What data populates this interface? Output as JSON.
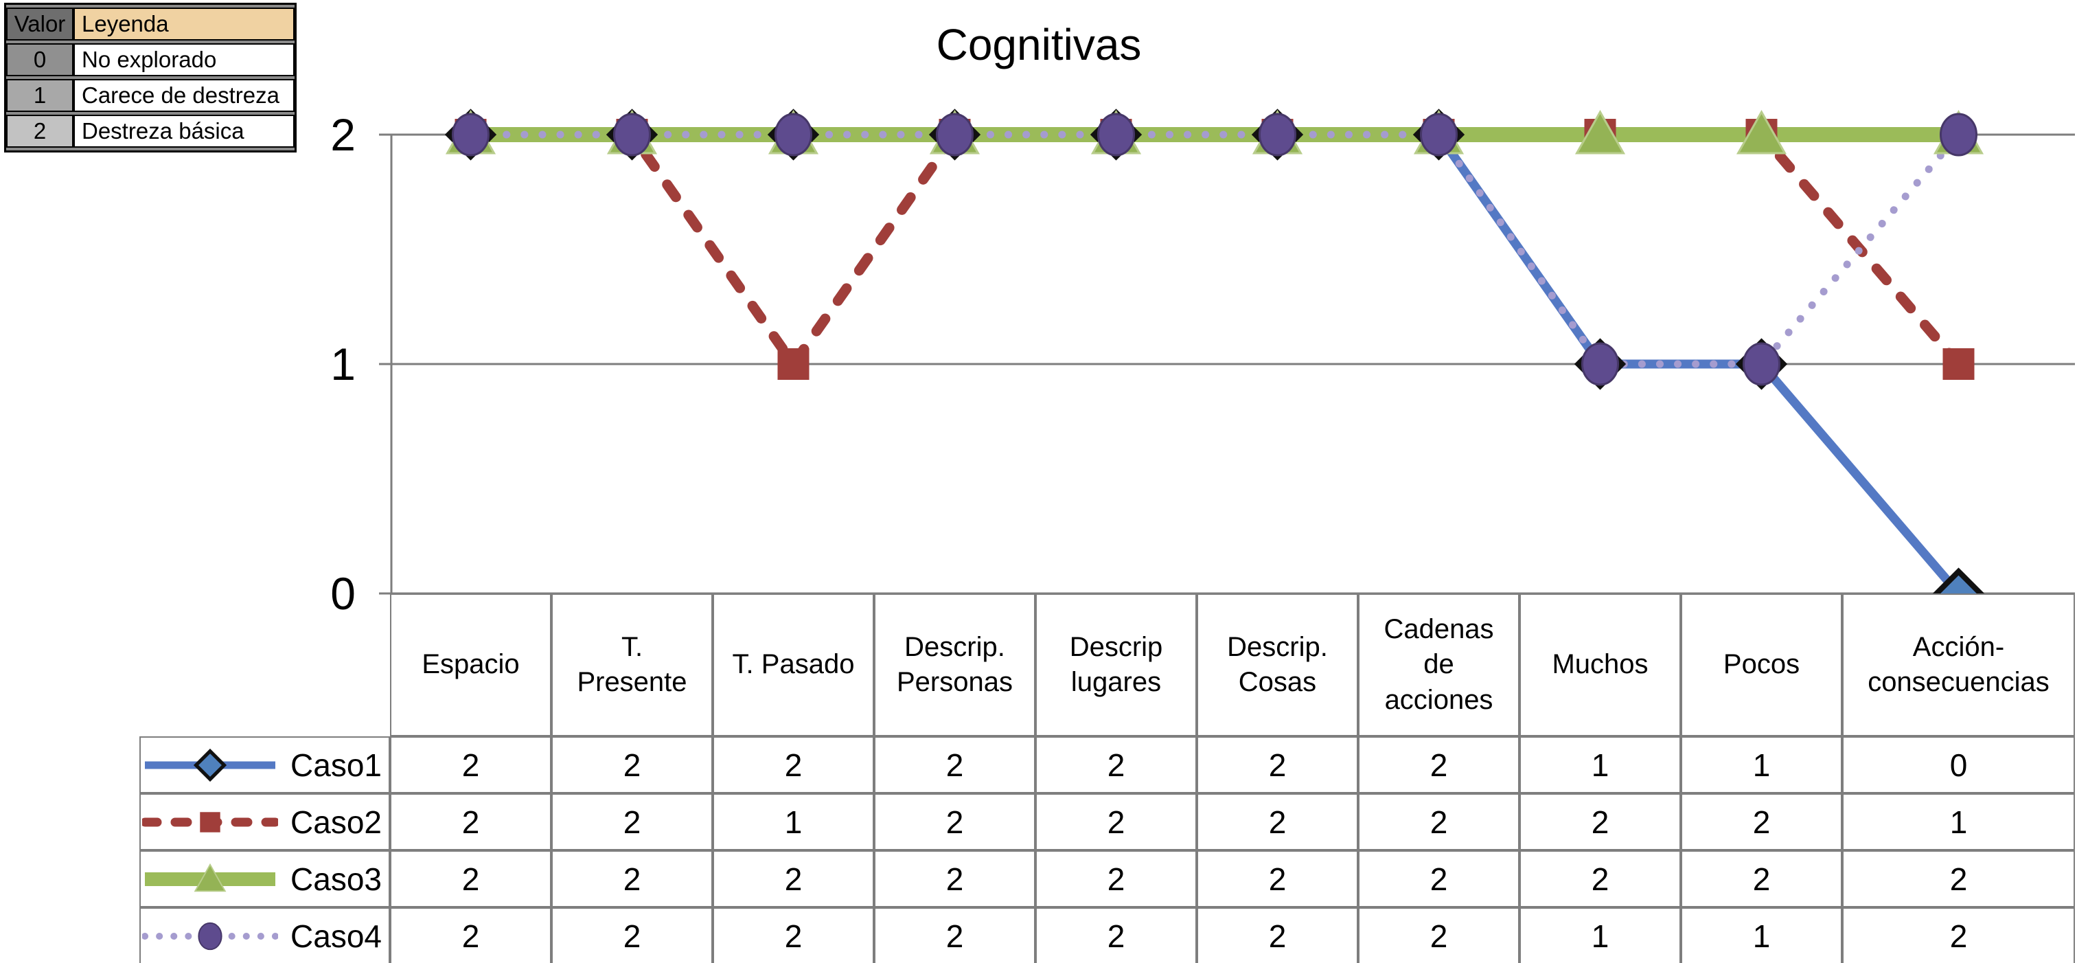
{
  "legend_table": {
    "headers": [
      "Valor",
      "Leyenda"
    ],
    "rows": [
      {
        "valor": "0",
        "leyenda": "No explorado"
      },
      {
        "valor": "1",
        "leyenda": "Carece de destreza"
      },
      {
        "valor": "2",
        "leyenda": "Destreza básica"
      }
    ],
    "colors": {
      "valor_header_bg": "#6e6e6e",
      "leyenda_header_bg": "#f0d2a2",
      "value_cell_bgs": [
        "#909090",
        "#a8a8a8",
        "#c2c2c2"
      ]
    }
  },
  "chart_data": {
    "type": "line",
    "title": "Cognitivas",
    "xlabel": "",
    "ylabel": "",
    "ylim": [
      0,
      2
    ],
    "grid": true,
    "grid_color": "#7e7e7e",
    "yticks": [
      {
        "value": 2,
        "label": "2"
      },
      {
        "value": 1,
        "label": "1"
      },
      {
        "value": 0,
        "label": "0"
      }
    ],
    "categories": [
      "Espacio",
      "T. Presente",
      "T. Pasado",
      "Descrip. Personas",
      "Descrip lugares",
      "Descrip. Cosas",
      "Cadenas de acciones",
      "Muchos",
      "Pocos",
      "Acción-consecuencias"
    ],
    "series": [
      {
        "name": "Caso1",
        "color": "#5479C4",
        "style": "solid",
        "width": 13,
        "marker": "diamond",
        "marker_fill": "#4F81BD",
        "marker_stroke": "#111111",
        "values": [
          2,
          2,
          2,
          2,
          2,
          2,
          2,
          1,
          1,
          0
        ]
      },
      {
        "name": "Caso2",
        "color": "#A03E3A",
        "style": "dashed",
        "width": 15,
        "marker": "square",
        "marker_fill": "#A03E3A",
        "marker_stroke": "none",
        "values": [
          2,
          2,
          1,
          2,
          2,
          2,
          2,
          2,
          2,
          1
        ]
      },
      {
        "name": "Caso3",
        "color": "#9BBB59",
        "style": "solid",
        "width": 22,
        "marker": "triangle",
        "marker_fill": "#94B355",
        "marker_stroke": "#b8cd8b",
        "values": [
          2,
          2,
          2,
          2,
          2,
          2,
          2,
          2,
          2,
          2
        ]
      },
      {
        "name": "Caso4",
        "color": "#A59CCF",
        "style": "dotted",
        "width": 11,
        "marker": "circle",
        "marker_fill": "#5E4B8E",
        "marker_stroke": "#463768",
        "values": [
          2,
          2,
          2,
          2,
          2,
          2,
          2,
          1,
          1,
          2
        ]
      }
    ],
    "legend_position": "table-left"
  }
}
